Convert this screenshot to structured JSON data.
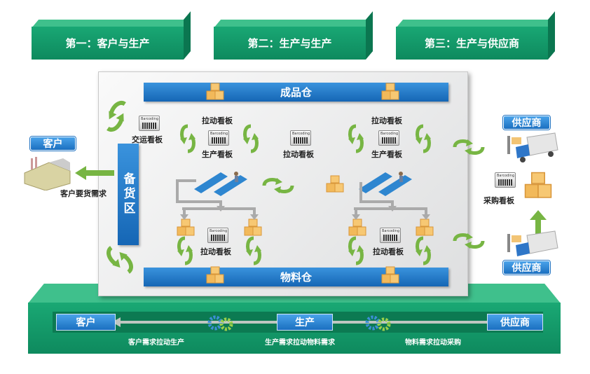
{
  "stages": [
    "第一：客户与生产",
    "第二：生产与生产",
    "第三：生产与供应商"
  ],
  "warehouses": {
    "finished": "成品仓",
    "material": "物料仓",
    "staging": "备货区"
  },
  "kanban": {
    "transport": "交运看板",
    "pull": "拉动看板",
    "production": "生产看板",
    "purchase": "采购看板",
    "barcode_text": "Barcoding"
  },
  "left": {
    "customer": "客户",
    "demand": "客户要货需求"
  },
  "right": {
    "supplier_top": "供应商",
    "supplier_bottom": "供应商"
  },
  "bottom": {
    "customer": "客户",
    "production": "生产",
    "supplier": "供应商",
    "flow1": "客户需求拉动生产",
    "flow2": "生产需求拉动物料需求",
    "flow3": "物料需求拉动采购"
  },
  "colors": {
    "green": "#19a774",
    "blue": "#1e78c8",
    "arrow": "#77b543",
    "box": "#f2b95a"
  }
}
